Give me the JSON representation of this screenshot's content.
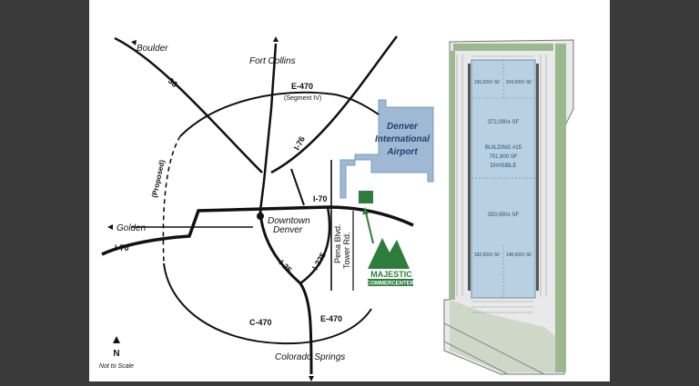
{
  "map": {
    "cities": {
      "boulder": "Boulder",
      "fort_collins": "Fort Collins",
      "golden": "Golden",
      "downtown_line1": "Downtown",
      "downtown_line2": "Denver",
      "colorado_springs": "Colorado Springs"
    },
    "roads": {
      "r36": "36",
      "e470": "E-470",
      "segment": "(Segment IV)",
      "i76": "I-76",
      "proposed": "(Proposed)",
      "i70_east": "I-70",
      "i70_west": "I-70",
      "i25": "I-25",
      "i225": "I-225",
      "pena": "Pena Blvd.",
      "tower": "Tower Rd.",
      "c470": "C-470",
      "e470_south": "E-470"
    },
    "airport_line1": "Denver",
    "airport_line2": "International",
    "airport_line3": "Airport",
    "logo_line1": "MAJESTIC",
    "logo_line2": "COMMERCENTER",
    "north": "N",
    "scale_note": "Not to Scale",
    "colors": {
      "road": "#111111",
      "airport": "#9fb8d4",
      "site": "#2e7d3c"
    }
  },
  "siteplan": {
    "building_title": "BUILDING #15",
    "building_size": "701,900 SF",
    "building_note": "DIVISIBLE",
    "units": {
      "u1": "166,000± SF",
      "u2": "204,000± SF",
      "u3": "372,000± SF",
      "u4": "330,000± SF",
      "u5": "182,000± SF",
      "u6": "148,000± SF"
    },
    "colors": {
      "building": "#b8d0e2",
      "landscape": "#9cb88f",
      "paving": "#dcdcdc"
    }
  }
}
